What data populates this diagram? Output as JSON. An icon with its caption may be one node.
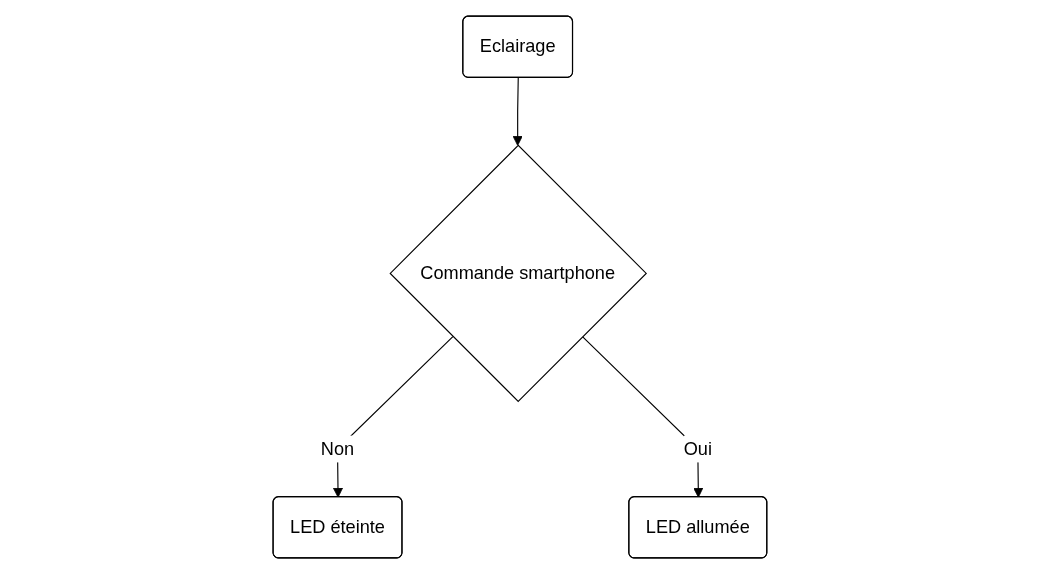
{
  "diagram": {
    "nodes": [
      {
        "text": [
          "Eclairage"
        ]
      },
      {
        "text": [
          "Commande smartphone"
        ]
      },
      {
        "text": [
          "LED éteinte"
        ]
      },
      {
        "text": [
          "LED allumée"
        ]
      }
    ],
    "edges": [
      {
        "from": 0,
        "to": 1,
        "arrow": "to"
      },
      {
        "from": 1,
        "to": 2,
        "arrow": "to",
        "label": "Non"
      },
      {
        "from": 1,
        "to": 3,
        "arrow": "to",
        "label": "Oui"
      }
    ]
  }
}
